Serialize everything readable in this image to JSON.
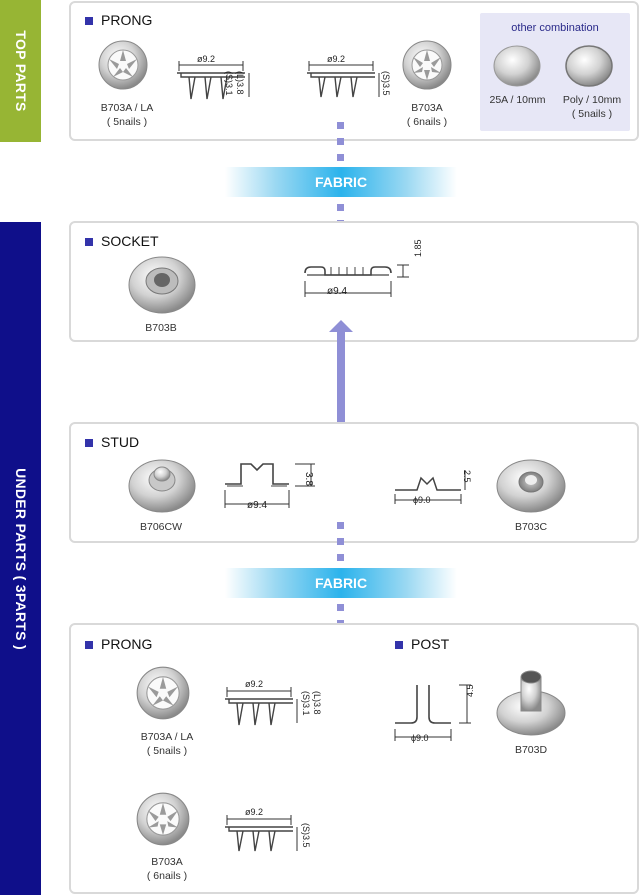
{
  "side_labels": {
    "top": "TOP PARTS",
    "under": "UNDER PARTS ( 3PARTS )"
  },
  "fabric_label": "FABRIC",
  "top_prong": {
    "title": "PRONG",
    "left": {
      "code": "B703A / LA",
      "nails": "( 5nails )",
      "diameter": "ø9.2",
      "dim_s": "(S)3.1",
      "dim_l": "(L)3.8"
    },
    "right": {
      "code": "B703A",
      "nails": "( 6nails )",
      "diameter": "ø9.2",
      "dim_s": "(S)3.5"
    },
    "other": {
      "title": "other combination",
      "items": [
        {
          "code": "25A / 10mm",
          "nails": ""
        },
        {
          "code": "Poly / 10mm",
          "nails": "( 5nails )"
        }
      ]
    }
  },
  "socket": {
    "title": "SOCKET",
    "code": "B703B",
    "diameter": "ø9.4",
    "height": "1.85"
  },
  "stud": {
    "title": "STUD",
    "left": {
      "code": "B706CW",
      "diameter": "ø9.4",
      "height": "3.8"
    },
    "right": {
      "code": "B703C",
      "diameter": "ϕ9.0",
      "height": "2.5"
    }
  },
  "bottom_prong": {
    "title": "PRONG",
    "a": {
      "code": "B703A / LA",
      "nails": "( 5nails )",
      "diameter": "ø9.2",
      "dim_s": "(S)3.1",
      "dim_l": "(L)3.8"
    },
    "b": {
      "code": "B703A",
      "nails": "( 6nails )",
      "diameter": "ø9.2",
      "dim_s": "(S)3.5"
    }
  },
  "post": {
    "title": "POST",
    "code": "B703D",
    "diameter": "ϕ9.0",
    "height": "4.5"
  },
  "colors": {
    "top_band": "#97b534",
    "under_band": "#0f0f8a",
    "bullet": "#3333aa",
    "connector": "#8f8fd6",
    "fabric": "#2bb3ec"
  }
}
